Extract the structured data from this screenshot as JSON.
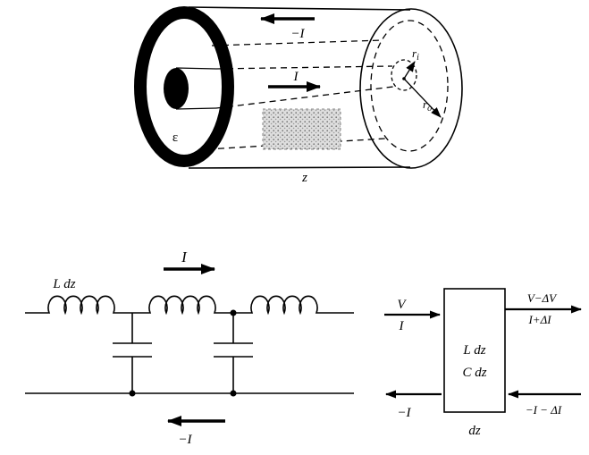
{
  "figure": {
    "background": "#ffffff",
    "ink": "#000000"
  },
  "coax": {
    "current_top": "−I",
    "current_mid": "I",
    "epsilon": "ε",
    "axis": "z",
    "radius_inner": {
      "base": "r",
      "sub": "i"
    },
    "radius_outer": {
      "base": "r",
      "sub": "o"
    }
  },
  "ladder": {
    "inductor": "L dz",
    "current_top": "I",
    "current_bottom": "−I"
  },
  "box": {
    "v_in": "V",
    "i_in": "I",
    "v_out": "V−ΔV",
    "i_out": "I+ΔI",
    "inductance": "L dz",
    "capacitance": "C dz",
    "return_left": "−I",
    "return_right": "−I − ΔI",
    "length": "dz"
  }
}
